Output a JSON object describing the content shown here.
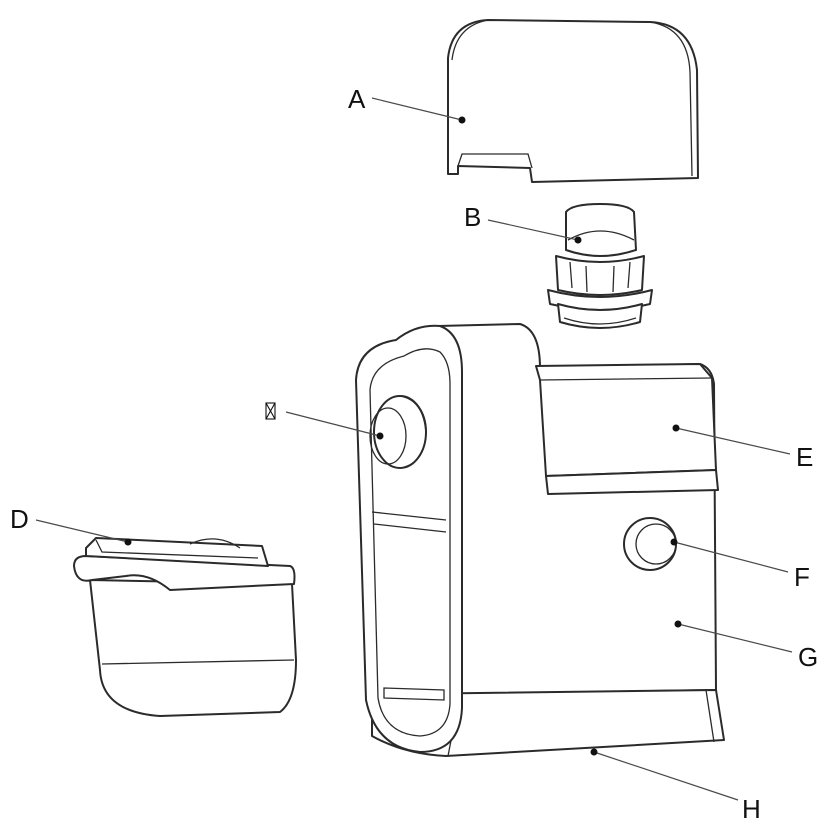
{
  "callouts": {
    "A": "A",
    "B": "B",
    "C": "",
    "D": "D",
    "E": "E",
    "F": "F",
    "G": "G",
    "H": "H"
  }
}
